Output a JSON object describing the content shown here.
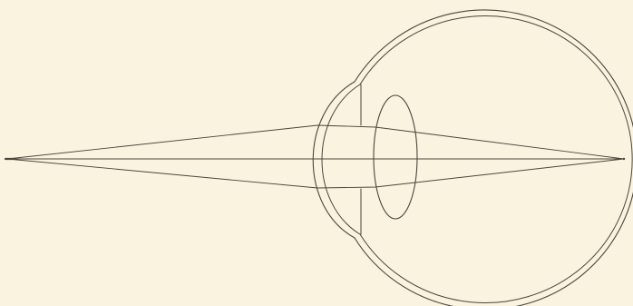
{
  "figure": {
    "background": "#faf3df",
    "ink": "#4a463e",
    "parts": [
      "light-source",
      "outer-sclera",
      "inner-sclera",
      "outer-cornea",
      "inner-cornea",
      "iris",
      "lens",
      "upper-ray",
      "axis-ray",
      "lower-ray",
      "focal-point"
    ]
  }
}
